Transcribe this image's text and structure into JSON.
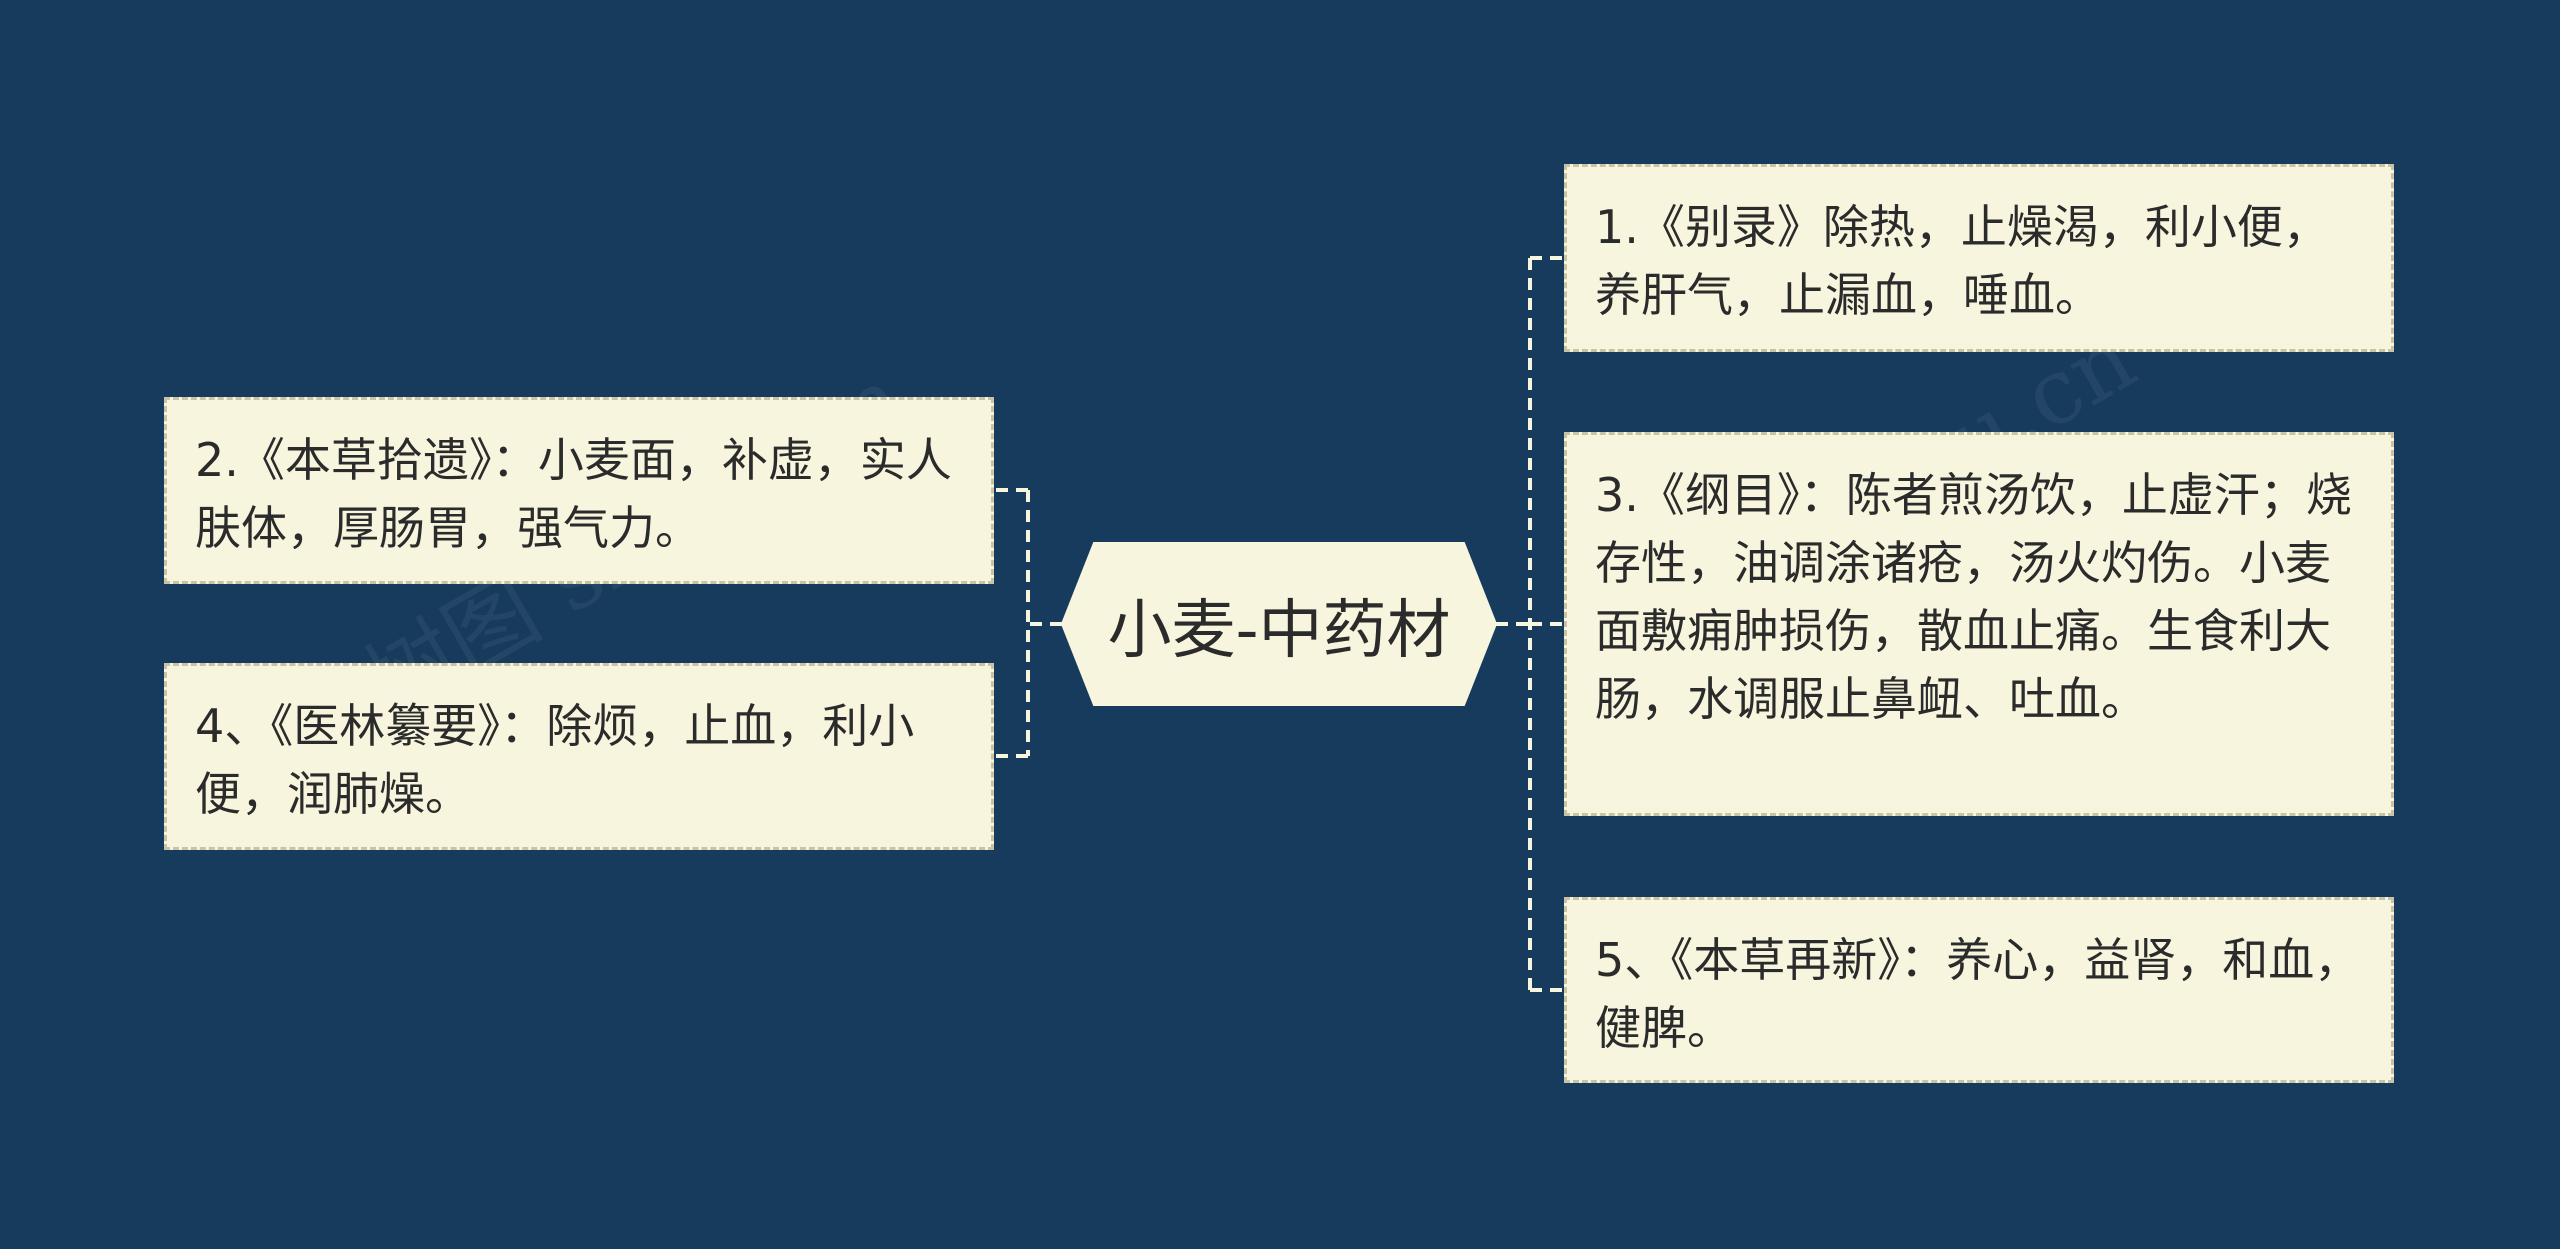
{
  "center": {
    "label": "小麦-中药材"
  },
  "branches": [
    {
      "id": "n1",
      "text": "1.《别录》除热，止燥渴，利小便，养肝气，止漏血，唾血。"
    },
    {
      "id": "n2",
      "text": "2.《本草拾遗》：小麦面，补虚，实人肤体，厚肠胃，强气力。"
    },
    {
      "id": "n3",
      "text": "3.《纲目》：陈者煎汤饮，止虚汗；烧存性，油调涂诸疮，汤火灼伤。小麦面敷痈肿损伤，散血止痛。生食利大肠，水调服止鼻衄、吐血。"
    },
    {
      "id": "n4",
      "text": "4、《医林纂要》：除烦，止血，利小便，润肺燥。"
    },
    {
      "id": "n5",
      "text": "5、《本草再新》：养心，益肾，和血，健脾。"
    }
  ],
  "watermark": "树图 shutu.cn",
  "colors": {
    "background": "#173b5d",
    "node_fill": "#f8f5df",
    "node_border": "#c9c4a6",
    "connector": "#f8f5df",
    "text": "#2b2b2b"
  }
}
